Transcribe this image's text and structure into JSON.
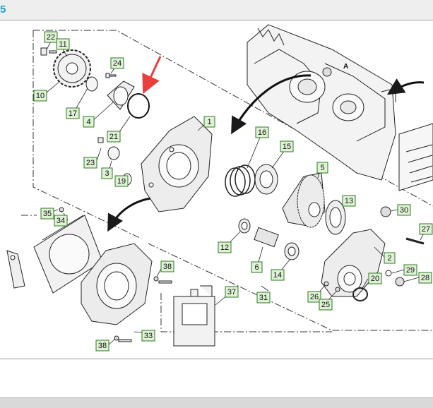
{
  "header": {
    "title": "5"
  },
  "diagram": {
    "colors": {
      "callout_fill": "#dff2d5",
      "callout_border": "#2c7a23",
      "arrow": "#e8413c",
      "line": "#1a1a1a"
    },
    "parts": [
      {
        "id": "p22",
        "label": "22"
      },
      {
        "id": "p11",
        "label": "11"
      },
      {
        "id": "p24",
        "label": "24"
      },
      {
        "id": "p10",
        "label": "10"
      },
      {
        "id": "p17",
        "label": "17"
      },
      {
        "id": "p4",
        "label": "4"
      },
      {
        "id": "p21",
        "label": "21"
      },
      {
        "id": "p1",
        "label": "1"
      },
      {
        "id": "p16",
        "label": "16"
      },
      {
        "id": "p15",
        "label": "15"
      },
      {
        "id": "p5",
        "label": "5"
      },
      {
        "id": "p23",
        "label": "23"
      },
      {
        "id": "p3",
        "label": "3"
      },
      {
        "id": "p19",
        "label": "19"
      },
      {
        "id": "p13",
        "label": "13"
      },
      {
        "id": "p30",
        "label": "30"
      },
      {
        "id": "p27",
        "label": "27"
      },
      {
        "id": "p35",
        "label": "35"
      },
      {
        "id": "p34",
        "label": "34"
      },
      {
        "id": "p12",
        "label": "12"
      },
      {
        "id": "p2",
        "label": "2"
      },
      {
        "id": "p6",
        "label": "6"
      },
      {
        "id": "p14",
        "label": "14"
      },
      {
        "id": "p29",
        "label": "29"
      },
      {
        "id": "p28",
        "label": "28"
      },
      {
        "id": "p20",
        "label": "20"
      },
      {
        "id": "p38a",
        "label": "38"
      },
      {
        "id": "p37",
        "label": "37"
      },
      {
        "id": "p31",
        "label": "31"
      },
      {
        "id": "p26",
        "label": "26"
      },
      {
        "id": "p25",
        "label": "25"
      },
      {
        "id": "p33",
        "label": "33"
      },
      {
        "id": "p38b",
        "label": "38"
      }
    ],
    "top_label": "A"
  }
}
